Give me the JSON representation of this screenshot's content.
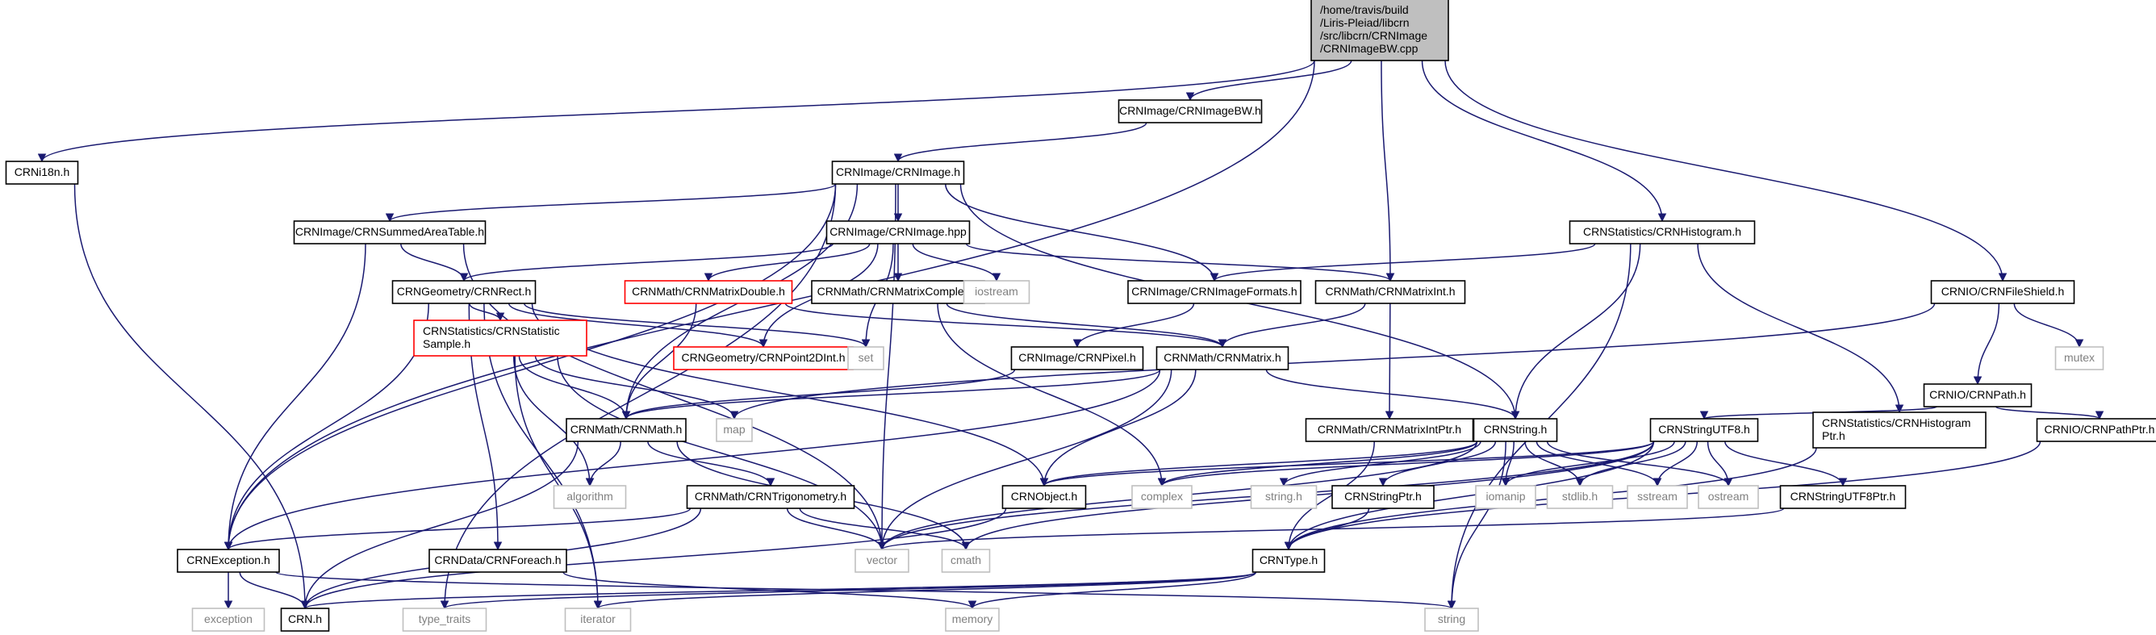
{
  "colors": {
    "root_fill": "#bfbfbf",
    "normal_border": "#000000",
    "external_border": "#bfbfbf",
    "external_text": "#808080",
    "red_border": "#ff0000",
    "edge": "#191970"
  },
  "graph": {
    "root": {
      "id": "root",
      "kind": "root",
      "lines": [
        "/home/travis/build",
        "/Liris-Pleiad/libcrn",
        "/src/libcrn/CRNImage",
        "/CRNImageBW.cpp"
      ]
    },
    "nodes": [
      {
        "id": "imagebw_h",
        "kind": "normal",
        "lines": [
          "CRNImage/CRNImageBW.h"
        ]
      },
      {
        "id": "image_h",
        "kind": "normal",
        "lines": [
          "CRNImage/CRNImage.h"
        ]
      },
      {
        "id": "i18n",
        "kind": "normal",
        "lines": [
          "CRNi18n.h"
        ]
      },
      {
        "id": "sat",
        "kind": "normal",
        "lines": [
          "CRNImage/CRNSummedAreaTable.h"
        ]
      },
      {
        "id": "image_hpp",
        "kind": "normal",
        "lines": [
          "CRNImage/CRNImage.hpp"
        ]
      },
      {
        "id": "histogram",
        "kind": "normal",
        "lines": [
          "CRNStatistics/CRNHistogram.h"
        ]
      },
      {
        "id": "rect",
        "kind": "normal",
        "lines": [
          "CRNGeometry/CRNRect.h"
        ]
      },
      {
        "id": "matrixdouble",
        "kind": "red",
        "lines": [
          "CRNMath/CRNMatrixDouble.h"
        ]
      },
      {
        "id": "matrixcomplex",
        "kind": "normal",
        "lines": [
          "CRNMath/CRNMatrixComplex.h"
        ]
      },
      {
        "id": "iostream",
        "kind": "external",
        "lines": [
          "iostream"
        ]
      },
      {
        "id": "imageformats",
        "kind": "normal",
        "lines": [
          "CRNImage/CRNImageFormats.h"
        ]
      },
      {
        "id": "matrixint",
        "kind": "normal",
        "lines": [
          "CRNMath/CRNMatrixInt.h"
        ]
      },
      {
        "id": "fileshield",
        "kind": "normal",
        "lines": [
          "CRNIO/CRNFileShield.h"
        ]
      },
      {
        "id": "statsample",
        "kind": "red",
        "lines": [
          "CRNStatistics/CRNStatistic",
          "Sample.h"
        ]
      },
      {
        "id": "point2dint",
        "kind": "red",
        "lines": [
          "CRNGeometry/CRNPoint2DInt.h"
        ]
      },
      {
        "id": "set",
        "kind": "external",
        "lines": [
          "set"
        ]
      },
      {
        "id": "pixel",
        "kind": "normal",
        "lines": [
          "CRNImage/CRNPixel.h"
        ]
      },
      {
        "id": "matrix",
        "kind": "normal",
        "lines": [
          "CRNMath/CRNMatrix.h"
        ]
      },
      {
        "id": "path",
        "kind": "normal",
        "lines": [
          "CRNIO/CRNPath.h"
        ]
      },
      {
        "id": "mutex",
        "kind": "external",
        "lines": [
          "mutex"
        ]
      },
      {
        "id": "map",
        "kind": "external",
        "lines": [
          "map"
        ]
      },
      {
        "id": "crnmath",
        "kind": "normal",
        "lines": [
          "CRNMath/CRNMath.h"
        ]
      },
      {
        "id": "matrixintptr",
        "kind": "normal",
        "lines": [
          "CRNMath/CRNMatrixIntPtr.h"
        ]
      },
      {
        "id": "string_h",
        "kind": "normal",
        "lines": [
          "CRNString.h"
        ]
      },
      {
        "id": "utf8",
        "kind": "normal",
        "lines": [
          "CRNStringUTF8.h"
        ]
      },
      {
        "id": "histptr",
        "kind": "normal",
        "lines": [
          "CRNStatistics/CRNHistogram",
          "Ptr.h"
        ]
      },
      {
        "id": "pathptr",
        "kind": "normal",
        "lines": [
          "CRNIO/CRNPathPtr.h"
        ]
      },
      {
        "id": "algorithm",
        "kind": "external",
        "lines": [
          "algorithm"
        ]
      },
      {
        "id": "trig",
        "kind": "normal",
        "lines": [
          "CRNMath/CRNTrigonometry.h"
        ]
      },
      {
        "id": "object",
        "kind": "normal",
        "lines": [
          "CRNObject.h"
        ]
      },
      {
        "id": "complex",
        "kind": "external",
        "lines": [
          "complex"
        ]
      },
      {
        "id": "stringdot",
        "kind": "external",
        "lines": [
          "string.h"
        ]
      },
      {
        "id": "stringptr",
        "kind": "normal",
        "lines": [
          "CRNStringPtr.h"
        ]
      },
      {
        "id": "iomanip",
        "kind": "external",
        "lines": [
          "iomanip"
        ]
      },
      {
        "id": "stdlib",
        "kind": "external",
        "lines": [
          "stdlib.h"
        ]
      },
      {
        "id": "sstream",
        "kind": "external",
        "lines": [
          "sstream"
        ]
      },
      {
        "id": "ostream",
        "kind": "external",
        "lines": [
          "ostream"
        ]
      },
      {
        "id": "utf8ptr",
        "kind": "normal",
        "lines": [
          "CRNStringUTF8Ptr.h"
        ]
      },
      {
        "id": "exception_h",
        "kind": "normal",
        "lines": [
          "CRNException.h"
        ]
      },
      {
        "id": "foreach",
        "kind": "normal",
        "lines": [
          "CRNData/CRNForeach.h"
        ]
      },
      {
        "id": "vector",
        "kind": "external",
        "lines": [
          "vector"
        ]
      },
      {
        "id": "cmath",
        "kind": "external",
        "lines": [
          "cmath"
        ]
      },
      {
        "id": "type_h",
        "kind": "normal",
        "lines": [
          "CRNType.h"
        ]
      },
      {
        "id": "exception",
        "kind": "external",
        "lines": [
          "exception"
        ]
      },
      {
        "id": "crn_h",
        "kind": "normal",
        "lines": [
          "CRN.h"
        ]
      },
      {
        "id": "type_traits",
        "kind": "external",
        "lines": [
          "type_traits"
        ]
      },
      {
        "id": "iterator",
        "kind": "external",
        "lines": [
          "iterator"
        ]
      },
      {
        "id": "memory",
        "kind": "external",
        "lines": [
          "memory"
        ]
      },
      {
        "id": "string",
        "kind": "external",
        "lines": [
          "string"
        ]
      }
    ],
    "edges": [
      [
        "root",
        "imagebw_h"
      ],
      [
        "root",
        "i18n"
      ],
      [
        "root",
        "exception_h"
      ],
      [
        "root",
        "matrixint"
      ],
      [
        "root",
        "histogram"
      ],
      [
        "root",
        "fileshield"
      ],
      [
        "imagebw_h",
        "image_h"
      ],
      [
        "image_h",
        "sat"
      ],
      [
        "image_h",
        "image_hpp"
      ],
      [
        "image_h",
        "imageformats"
      ],
      [
        "image_h",
        "crnmath"
      ],
      [
        "image_h",
        "string_h"
      ],
      [
        "image_h",
        "exception_h"
      ],
      [
        "image_h",
        "type_traits"
      ],
      [
        "image_h",
        "vector"
      ],
      [
        "i18n",
        "crn_h"
      ],
      [
        "sat",
        "rect"
      ],
      [
        "sat",
        "exception_h"
      ],
      [
        "sat",
        "vector"
      ],
      [
        "image_hpp",
        "rect"
      ],
      [
        "image_hpp",
        "matrixdouble"
      ],
      [
        "image_hpp",
        "matrixcomplex"
      ],
      [
        "image_hpp",
        "iostream"
      ],
      [
        "image_hpp",
        "matrixint"
      ],
      [
        "image_hpp",
        "set"
      ],
      [
        "image_hpp",
        "point2dint"
      ],
      [
        "histogram",
        "imageformats"
      ],
      [
        "histogram",
        "string_h"
      ],
      [
        "histogram",
        "histptr"
      ],
      [
        "histogram",
        "string"
      ],
      [
        "rect",
        "statsample"
      ],
      [
        "rect",
        "point2dint"
      ],
      [
        "rect",
        "set"
      ],
      [
        "rect",
        "object"
      ],
      [
        "rect",
        "exception_h"
      ],
      [
        "rect",
        "foreach"
      ],
      [
        "rect",
        "iterator"
      ],
      [
        "matrixdouble",
        "matrix"
      ],
      [
        "matrixdouble",
        "crnmath"
      ],
      [
        "matrixcomplex",
        "matrix"
      ],
      [
        "matrixcomplex",
        "complex"
      ],
      [
        "imageformats",
        "pixel"
      ],
      [
        "matrixint",
        "matrix"
      ],
      [
        "matrixint",
        "matrixintptr"
      ],
      [
        "fileshield",
        "path"
      ],
      [
        "fileshield",
        "mutex"
      ],
      [
        "fileshield",
        "map"
      ],
      [
        "statsample",
        "crnmath"
      ],
      [
        "statsample",
        "map"
      ],
      [
        "statsample",
        "algorithm"
      ],
      [
        "statsample",
        "vector"
      ],
      [
        "statsample",
        "iterator"
      ],
      [
        "pixel",
        "crnmath"
      ],
      [
        "matrix",
        "crnmath"
      ],
      [
        "matrix",
        "string_h"
      ],
      [
        "matrix",
        "object"
      ],
      [
        "matrix",
        "exception_h"
      ],
      [
        "matrix",
        "vector"
      ],
      [
        "path",
        "utf8"
      ],
      [
        "path",
        "pathptr"
      ],
      [
        "crnmath",
        "algorithm"
      ],
      [
        "crnmath",
        "trig"
      ],
      [
        "crnmath",
        "cmath"
      ],
      [
        "crnmath",
        "crn_h"
      ],
      [
        "matrixintptr",
        "type_h"
      ],
      [
        "string_h",
        "object"
      ],
      [
        "string_h",
        "complex"
      ],
      [
        "string_h",
        "stringdot"
      ],
      [
        "string_h",
        "stringptr"
      ],
      [
        "string_h",
        "iomanip"
      ],
      [
        "string_h",
        "stdlib"
      ],
      [
        "string_h",
        "sstream"
      ],
      [
        "string_h",
        "ostream"
      ],
      [
        "string_h",
        "vector"
      ],
      [
        "string_h",
        "string"
      ],
      [
        "utf8",
        "object"
      ],
      [
        "utf8",
        "complex"
      ],
      [
        "utf8",
        "iomanip"
      ],
      [
        "utf8",
        "stdlib"
      ],
      [
        "utf8",
        "sstream"
      ],
      [
        "utf8",
        "ostream"
      ],
      [
        "utf8",
        "utf8ptr"
      ],
      [
        "utf8",
        "vector"
      ],
      [
        "utf8",
        "cmath"
      ],
      [
        "utf8",
        "type_h"
      ],
      [
        "histptr",
        "type_h"
      ],
      [
        "pathptr",
        "type_h"
      ],
      [
        "trig",
        "exception_h"
      ],
      [
        "trig",
        "crn_h"
      ],
      [
        "trig",
        "vector"
      ],
      [
        "trig",
        "cmath"
      ],
      [
        "object",
        "crn_h"
      ],
      [
        "stringptr",
        "type_h"
      ],
      [
        "utf8ptr",
        "vector"
      ],
      [
        "exception_h",
        "exception"
      ],
      [
        "exception_h",
        "crn_h"
      ],
      [
        "exception_h",
        "string"
      ],
      [
        "foreach",
        "memory"
      ],
      [
        "type_h",
        "crn_h"
      ],
      [
        "type_h",
        "type_traits"
      ],
      [
        "type_h",
        "iterator"
      ],
      [
        "type_h",
        "memory"
      ]
    ]
  }
}
